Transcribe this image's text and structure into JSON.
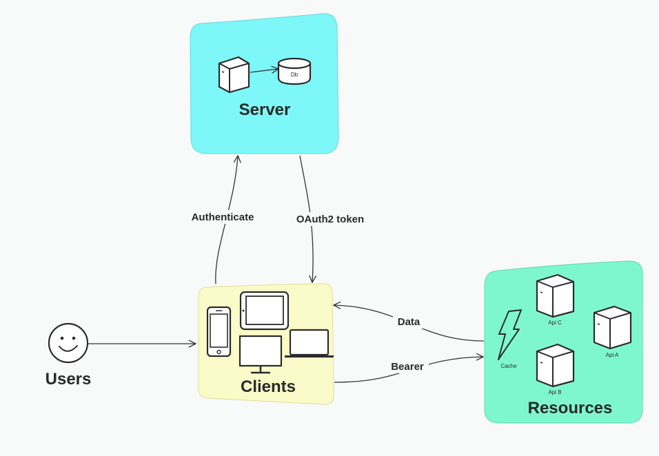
{
  "nodes": {
    "server": {
      "label": "Server",
      "color": "#7df7f7",
      "db_label": "Db"
    },
    "clients": {
      "label": "Clients",
      "color": "#fbfbc9"
    },
    "resources": {
      "label": "Resources",
      "color": "#7ef7cf",
      "items": [
        "Cache",
        "Api C",
        "Api A",
        "Api B"
      ]
    },
    "users": {
      "label": "Users"
    }
  },
  "edges": {
    "authenticate": "Authenticate",
    "oauth_token": "OAuth2 token",
    "data": "Data",
    "bearer": "Bearer"
  }
}
